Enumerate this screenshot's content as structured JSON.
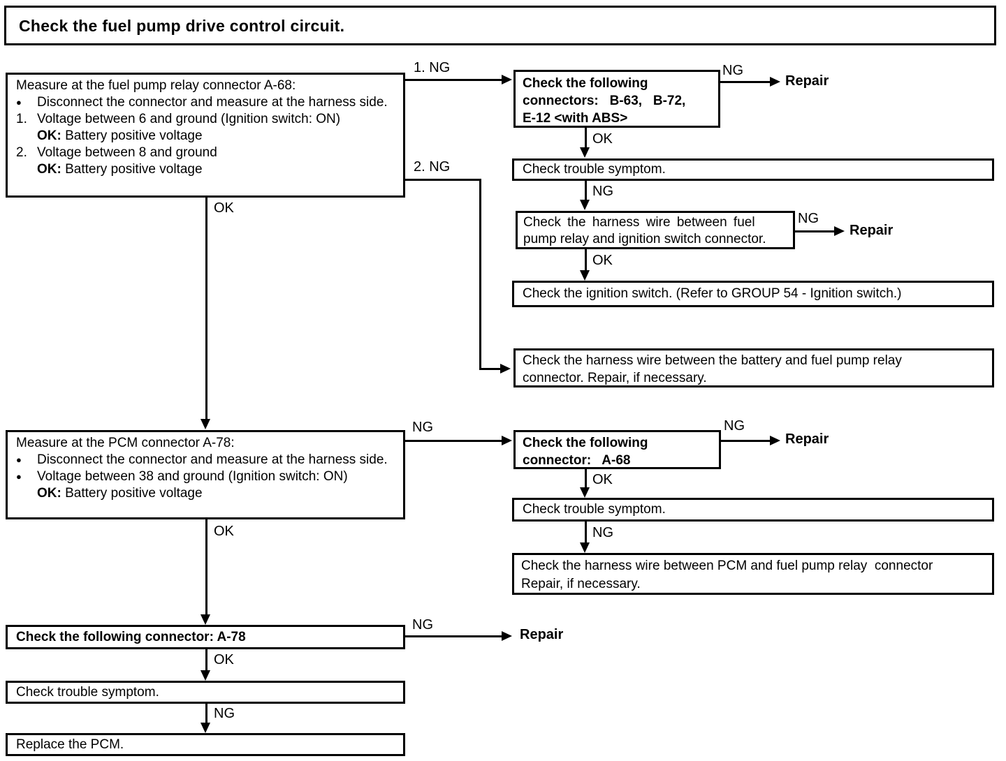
{
  "title": "Check the fuel pump drive control circuit.",
  "labels": {
    "ok": "OK",
    "ng": "NG",
    "ng_1": "1. NG",
    "ng_2": "2. NG",
    "repair": "Repair"
  },
  "boxes": {
    "relay": {
      "heading": "Measure at the fuel pump relay connector A-68:",
      "bullet_marker": "●",
      "bullet1": "Disconnect the connector and measure at the harness side.",
      "num1": "1.",
      "step1": "Voltage between 6 and ground (Ignition switch: ON)",
      "ok_label": "OK:",
      "ok1": "Battery positive voltage",
      "num2": "2.",
      "step2": "Voltage between 8 and ground",
      "ok2": "Battery positive voltage"
    },
    "connectors": {
      "line1": "Check the following",
      "line2": "connectors:   B-63,   B-72,",
      "line3": "E-12 <with ABS>"
    },
    "symptom1": "Check trouble symptom.",
    "harness_ignition": {
      "line1": "Check the harness wire between fuel",
      "line2": "pump relay and ignition switch connector."
    },
    "ignition": "Check the ignition switch. (Refer to GROUP 54 - Ignition switch.)",
    "harness_battery": {
      "line1": "Check the harness wire between the battery and fuel pump relay",
      "line2": "connector. Repair, if necessary."
    },
    "pcm": {
      "heading": "Measure at the PCM connector A-78:",
      "bullet_marker": "●",
      "bullet1": "Disconnect the connector and measure at the harness side.",
      "bullet2": "Voltage between 38 and ground (Ignition switch: ON)",
      "ok_label": "OK:",
      "ok1": "Battery positive voltage"
    },
    "connector_a68": {
      "line1": "Check the following",
      "line2": "connector:   A-68"
    },
    "symptom2": "Check trouble symptom.",
    "harness_pcm": {
      "line1": "Check the harness wire between PCM and fuel pump relay  connector",
      "line2": "Repair, if necessary."
    },
    "connector_a78": "Check the following connector: A-78",
    "symptom3": "Check trouble symptom.",
    "replace_pcm": "Replace the PCM."
  }
}
